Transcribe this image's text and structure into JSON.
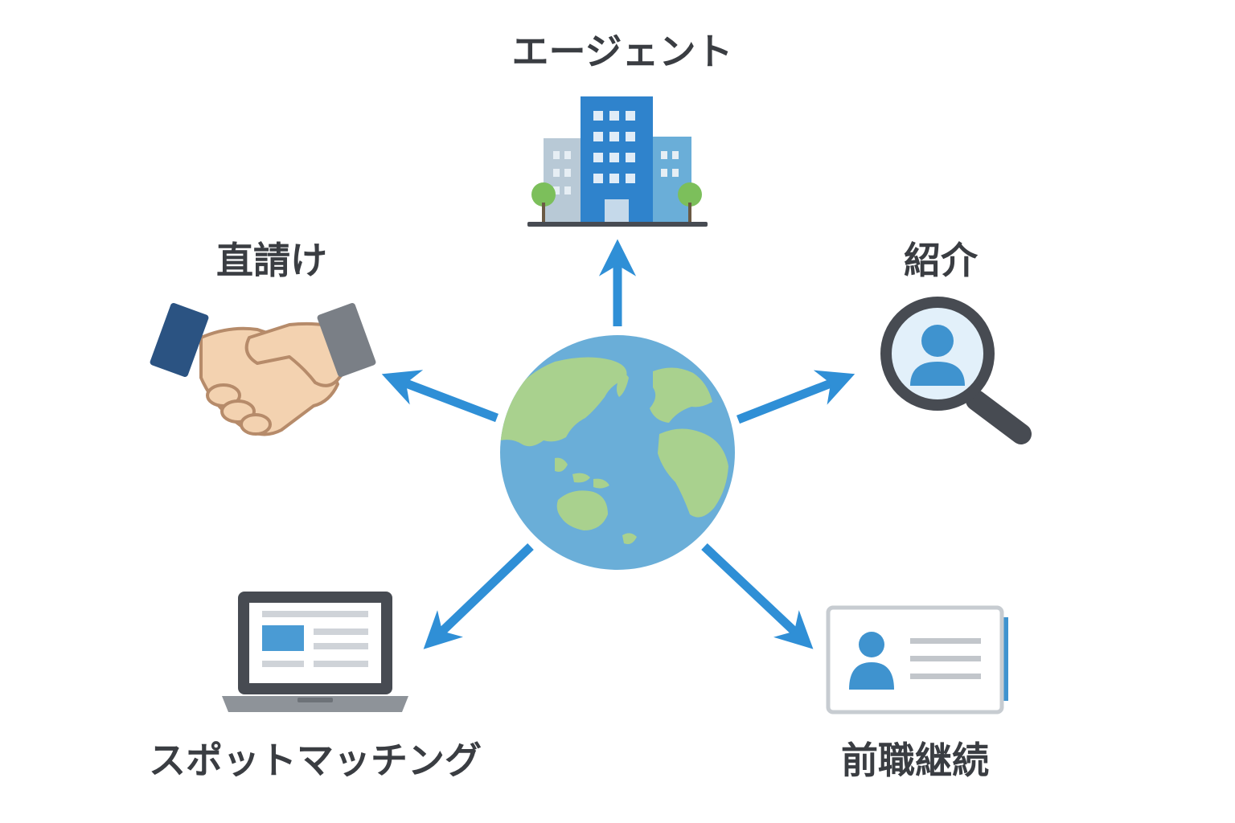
{
  "diagram": {
    "center": {
      "name": "globe-icon"
    },
    "nodes": [
      {
        "id": "agent",
        "label": "エージェント",
        "icon": "office-building-icon"
      },
      {
        "id": "direct",
        "label": "直請け",
        "icon": "handshake-icon"
      },
      {
        "id": "referral",
        "label": "紹介",
        "icon": "magnifier-person-icon"
      },
      {
        "id": "spot",
        "label": "スポットマッチング",
        "icon": "laptop-listing-icon"
      },
      {
        "id": "former",
        "label": "前職継続",
        "icon": "profile-card-icon"
      }
    ],
    "edges": [
      {
        "from": "center",
        "to": "agent"
      },
      {
        "from": "center",
        "to": "direct"
      },
      {
        "from": "center",
        "to": "referral"
      },
      {
        "from": "center",
        "to": "spot"
      },
      {
        "from": "center",
        "to": "former"
      }
    ]
  },
  "colors": {
    "arrow": "#2f8fd6",
    "ocean": "#6aaed8",
    "land": "#a9d18e",
    "text": "#3a3d42",
    "building_main": "#2f83cc",
    "building_side": "#b8c9d6",
    "tree": "#7cbf5b",
    "sleeve_navy": "#2b5382",
    "sleeve_gray": "#7a7f86",
    "skin": "#f3d2b0",
    "icon_dark": "#474b52",
    "accent_blue": "#3f93cf"
  }
}
